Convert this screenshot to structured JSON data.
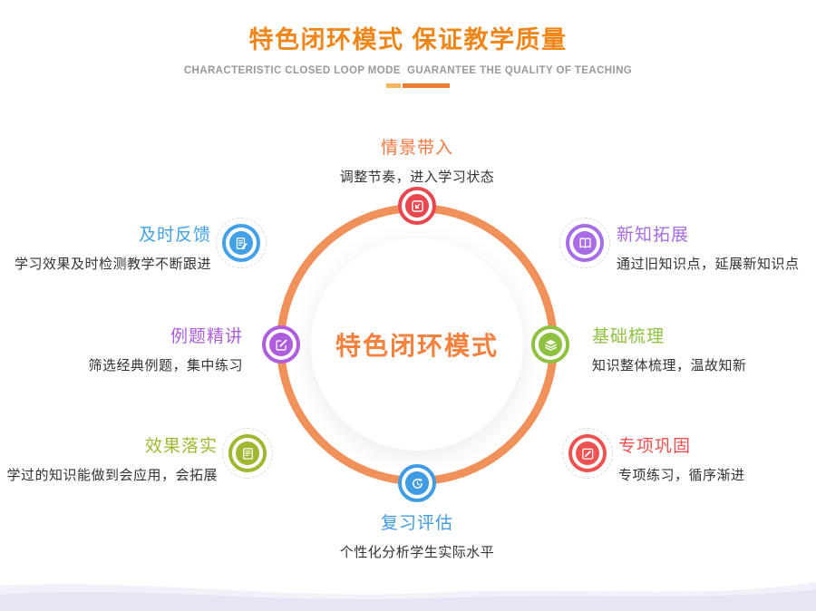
{
  "page": {
    "wave_color": "#e9e4f5",
    "wave_color_light": "#f3f0fa"
  },
  "header": {
    "title": "特色闭环模式 保证教学质量",
    "title_color": "#f08519",
    "subtitle": "CHARACTERISTIC CLOSED LOOP MODE  GUARANTEE THE QUALITY OF TEACHING",
    "divider_colors": [
      "#f6b55c",
      "#ee7d2d"
    ]
  },
  "diagram": {
    "center_label": "特色闭环模式",
    "center_color": "#f4813e",
    "ring_color": "#f0905a",
    "nodes": [
      {
        "label": "情景带入",
        "desc": "调整节奏，进入学习状态",
        "color": "#e8474f",
        "label_color": "#f4773c",
        "icon": "scene-entry-icon"
      },
      {
        "label": "新知拓展",
        "desc": "通过旧知识点，延展新知识点",
        "color": "#a76ce6",
        "label_color": "#a76ce6",
        "icon": "open-book-icon"
      },
      {
        "label": "基础梳理",
        "desc": "知识整体梳理，温故知新",
        "color": "#8fc140",
        "label_color": "#8fc140",
        "icon": "layers-icon"
      },
      {
        "label": "专项巩固",
        "desc": "专项练习，循序渐进",
        "color": "#ef5151",
        "label_color": "#ef5151",
        "icon": "pencil-square-icon"
      },
      {
        "label": "复习评估",
        "desc": "个性化分析学生实际水平",
        "color": "#3f9be2",
        "label_color": "#3f9be2",
        "icon": "refresh-icon"
      },
      {
        "label": "效果落实",
        "desc": "学过的知识能做到会应用，会拓展",
        "color": "#9fb832",
        "label_color": "#9fb832",
        "icon": "notebook-icon"
      },
      {
        "label": "例题精讲",
        "desc": "筛选经典例题，集中练习",
        "color": "#ae5ddd",
        "label_color": "#ae5ddd",
        "icon": "edit-icon"
      },
      {
        "label": "及时反馈",
        "desc": "学习效果及时检测教学不断跟进",
        "color": "#42a0e6",
        "label_color": "#42a0e6",
        "icon": "feedback-doc-icon"
      }
    ]
  }
}
